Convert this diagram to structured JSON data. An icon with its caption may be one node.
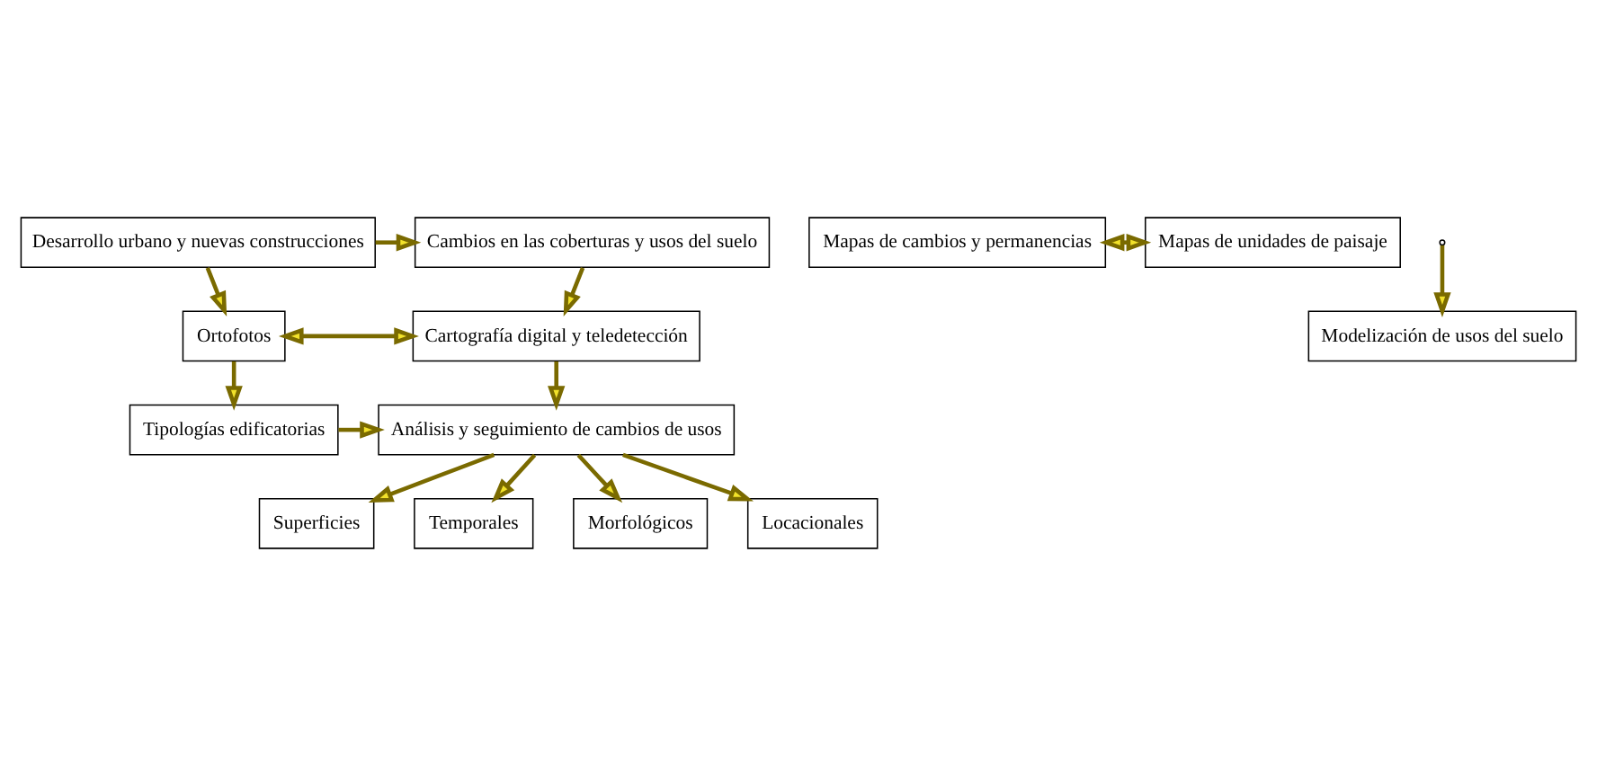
{
  "diagram": {
    "nodes": [
      {
        "text": [
          "Desarrollo urbano y nuevas construcciones"
        ]
      },
      {
        "text": [
          "Cambios en las coberturas y usos del suelo"
        ]
      },
      {
        "text": [
          "Ortofotos"
        ]
      },
      {
        "text": [
          "Cartografía digital y teledetección"
        ]
      },
      {
        "text": [
          "Tipologías edificatorias"
        ]
      },
      {
        "text": [
          "Análisis y seguimiento de cambios de usos"
        ]
      },
      {
        "text": [
          "Superficies"
        ]
      },
      {
        "text": [
          "Temporales"
        ]
      },
      {
        "text": [
          "Morfológicos"
        ]
      },
      {
        "text": [
          "Locacionales"
        ]
      },
      {
        "text": [
          "Mapas de cambios y permanencias"
        ]
      },
      {
        "text": [
          "Mapas de unidades de paisaje"
        ]
      },
      {
        "text": [
          "Modelización de usos del suelo"
        ]
      }
    ],
    "edges": [
      {
        "from": 0,
        "to": 1,
        "arrow": "to"
      },
      {
        "from": 0,
        "to": 2,
        "arrow": "to"
      },
      {
        "from": 1,
        "to": 3,
        "arrow": "to"
      },
      {
        "from": 2,
        "to": 3,
        "arrow": "both"
      },
      {
        "from": 2,
        "to": 4,
        "arrow": "to"
      },
      {
        "from": 3,
        "to": 5,
        "arrow": "to"
      },
      {
        "from": 4,
        "to": 5,
        "arrow": "to"
      },
      {
        "from": 5,
        "to": 6,
        "arrow": "to"
      },
      {
        "from": 5,
        "to": 7,
        "arrow": "to"
      },
      {
        "from": 5,
        "to": 8,
        "arrow": "to"
      },
      {
        "from": 5,
        "to": 9,
        "arrow": "to"
      },
      {
        "from": 10,
        "to": 11,
        "arrow": "both"
      },
      {
        "from": null,
        "to": 12,
        "arrow": "to"
      }
    ]
  }
}
